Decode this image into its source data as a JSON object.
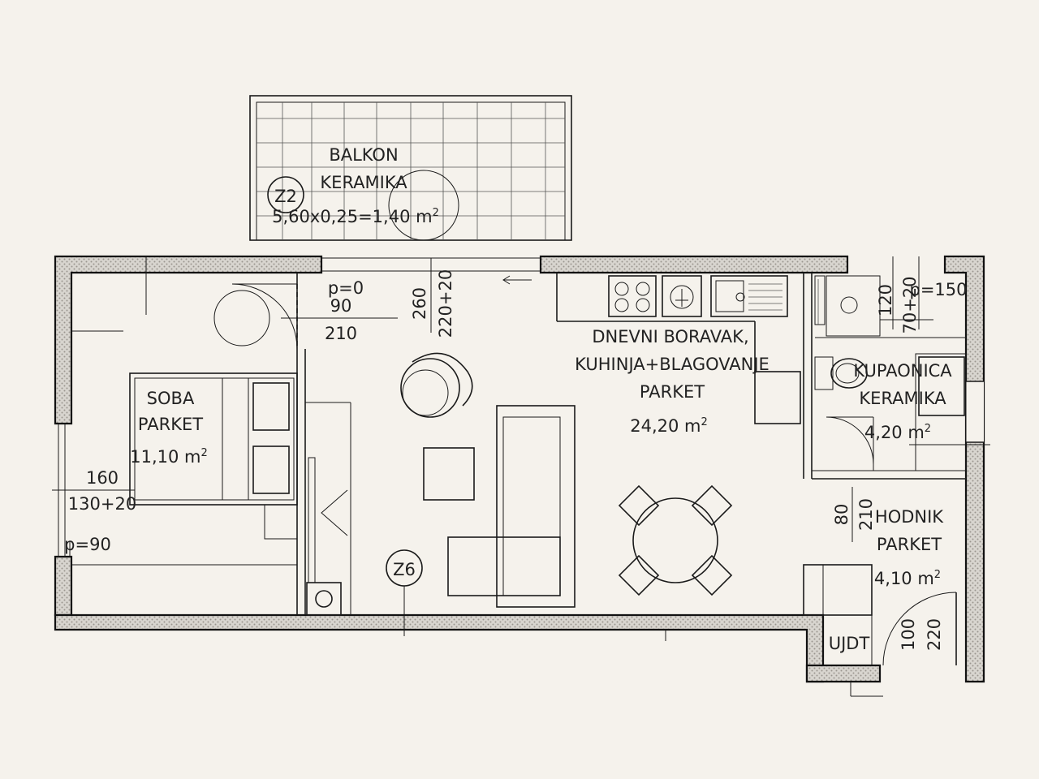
{
  "rooms": {
    "balkon": {
      "name": "BALKON",
      "floor": "KERAMIKA",
      "area": "5,60x0,25=1,40 m",
      "sup": "2"
    },
    "soba": {
      "name": "SOBA",
      "floor": "PARKET",
      "area": "11,10 m",
      "sup": "2"
    },
    "dnevni": {
      "name_line1": "DNEVNI BORAVAK,",
      "name_line2": "KUHINJA+BLAGOVANJE",
      "floor": "PARKET",
      "area": "24,20 m",
      "sup": "2"
    },
    "kupaonica": {
      "name": "KUPAONICA",
      "floor": "KERAMIKA",
      "area": "4,20 m",
      "sup": "2"
    },
    "hodnik": {
      "name": "HODNIK",
      "floor": "PARKET",
      "area": "4,10 m",
      "sup": "2"
    }
  },
  "markers": {
    "z2": "Z2",
    "z6": "Z6"
  },
  "dimensions": {
    "soba_door_p": "p=0",
    "soba_door_w": "90",
    "soba_door_h": "210",
    "balcony_door_h": "260",
    "balcony_door_w": "220+20",
    "bed_w": "160",
    "window_soba": "130+20",
    "soba_parapet": "p=90",
    "bath_window_h": "120",
    "bath_window_w": "70+20",
    "bath_parapet": "p=150",
    "bath_door_w": "80",
    "bath_door_h": "210",
    "entry_door_w": "100",
    "entry_door_h": "220"
  },
  "labels": {
    "ujdt": "UJDT"
  }
}
